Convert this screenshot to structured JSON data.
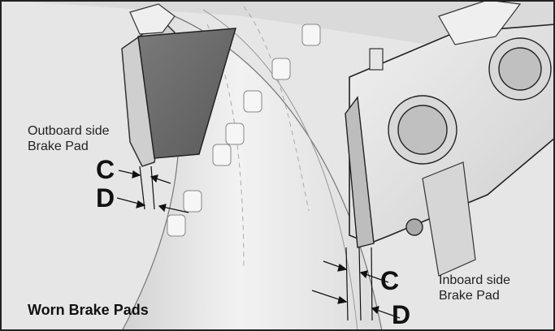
{
  "figure": {
    "title": "Worn Brake Pads",
    "outboard_label": "Outboard side\nBrake Pad",
    "inboard_label": "Inboard side\nBrake Pad",
    "dimension_c": "C",
    "dimension_d": "D"
  }
}
